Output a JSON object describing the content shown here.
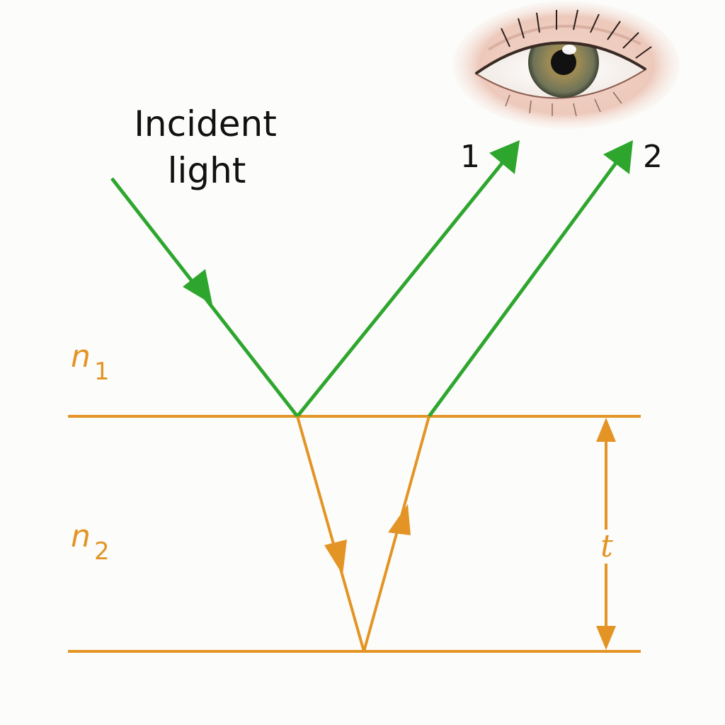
{
  "labels": {
    "incident_line1": "Incident",
    "incident_line2": "light",
    "ray1": "1",
    "ray2": "2",
    "n1_base": "n",
    "n1_sub": "1",
    "n2_base": "n",
    "n2_sub": "2",
    "thickness": "t"
  },
  "colors": {
    "ray_green": "#2ea62e",
    "film_orange": "#e39424",
    "text": "#111111",
    "background": "#fcfcfa"
  },
  "icons": {
    "observer": "eye-icon"
  }
}
